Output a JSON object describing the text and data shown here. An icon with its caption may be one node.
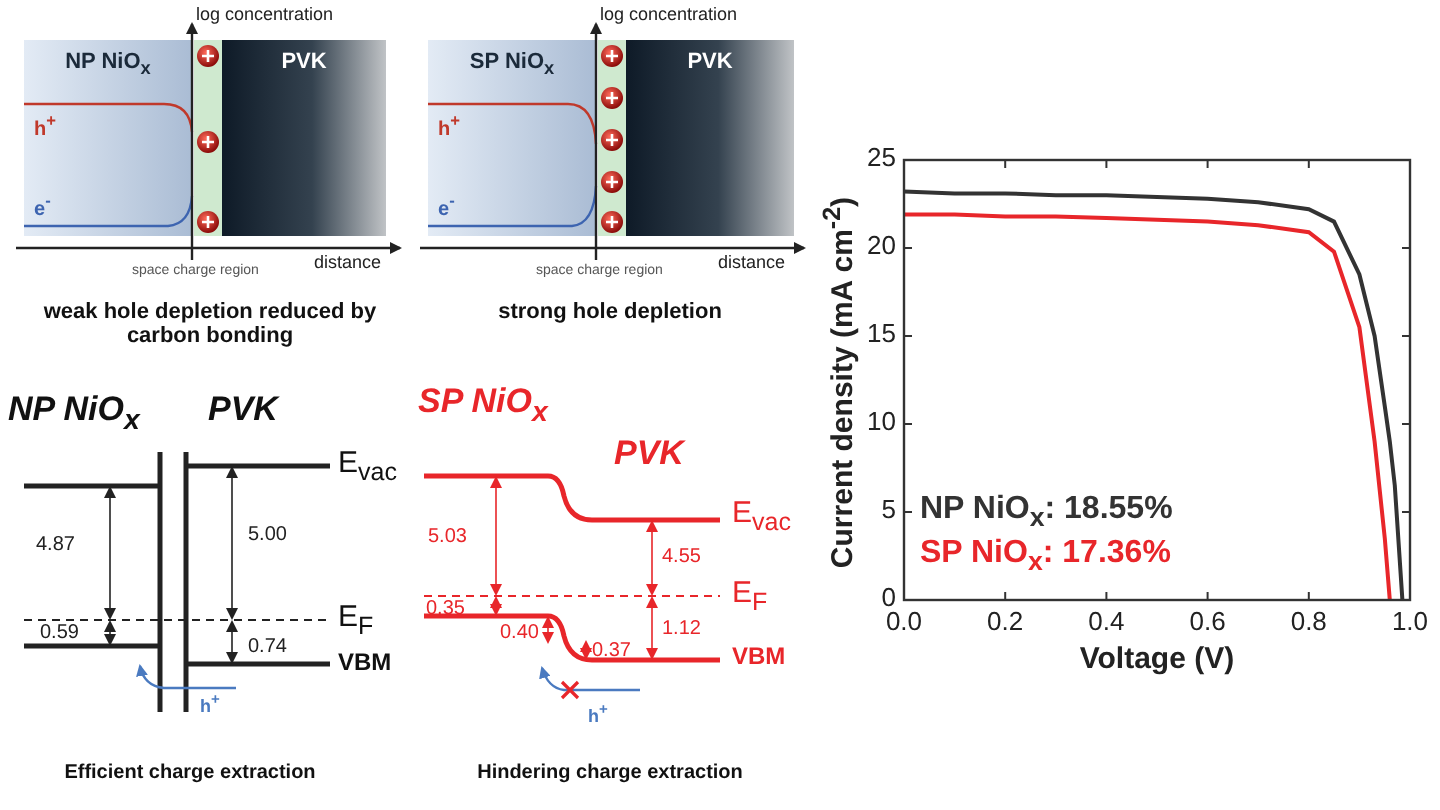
{
  "diagram": {
    "nodes": [
      {
        "text": [
          "NP NiO$_{x}$"
        ]
      },
      {
        "text": [
          "PVK"
        ]
      },
      {
        "text": [
          "SP NiO$_{x}$"
        ]
      },
      {
        "text": [
          "PVK"
        ]
      }
    ],
    "labels": [
      "log concentration",
      "h$^{+}$",
      "e$^{-}$",
      "space charge region",
      "distance",
      "weak hole depletion reduced by carbon bonding",
      "log concentration",
      "h$^{+}$",
      "e$^{-}$",
      "space charge region",
      "distance",
      "strong hole depletion",
      "NP NiO$_{x}$",
      "PVK",
      "E$_{vac}$",
      "4.87",
      "5.00",
      "E$_{F}$",
      "0.59",
      "0.74",
      "VBM",
      "h$^{+}$",
      "Efficient charge extraction",
      "SP NiO$_{x}$",
      "PVK",
      "E$_{vac}$",
      "5.03",
      "4.55",
      "0.35",
      "E$_{F}$",
      "0.40",
      "0.37",
      "1.12",
      "VBM",
      "h$^{+}$",
      "Hindering charge extraction"
    ],
    "chart_data": {
      "type": "line",
      "xlabel": "Voltage (V)",
      "ylabel": "Current density (mA cm$^{-2}$)",
      "x": [
        0,
        0.1,
        0.2,
        0.3,
        0.4,
        0.5,
        0.6,
        0.7,
        0.8,
        0.85,
        0.9,
        0.93,
        0.95,
        0.96,
        0.97,
        0.985
      ],
      "series": [
        {
          "color": "#333333",
          "values": [
            23.2,
            23.1,
            23.1,
            23,
            23,
            22.9,
            22.8,
            22.6,
            22.2,
            21.5,
            18.5,
            15,
            11,
            9,
            6.5,
            0
          ]
        },
        {
          "color": "#e8262a",
          "values": [
            21.9,
            21.9,
            21.8,
            21.8,
            21.7,
            21.6,
            21.5,
            21.3,
            20.9,
            19.8,
            15.5,
            9,
            3.5,
            0,
            null,
            null
          ]
        }
      ],
      "xlim": [
        0,
        1
      ],
      "ylim": [
        0,
        25
      ],
      "xticks": [
        {
          "value": 0,
          "label": "0.0"
        },
        0.2,
        0.4,
        0.6,
        0.8,
        {
          "value": 1,
          "label": "1.0"
        }
      ],
      "yticks": [
        0,
        5,
        10,
        15,
        20,
        25
      ],
      "annotations": [
        "NP NiO$_{x}$: 18.55%",
        "SP NiO$_{x}$: 17.36%"
      ]
    }
  }
}
